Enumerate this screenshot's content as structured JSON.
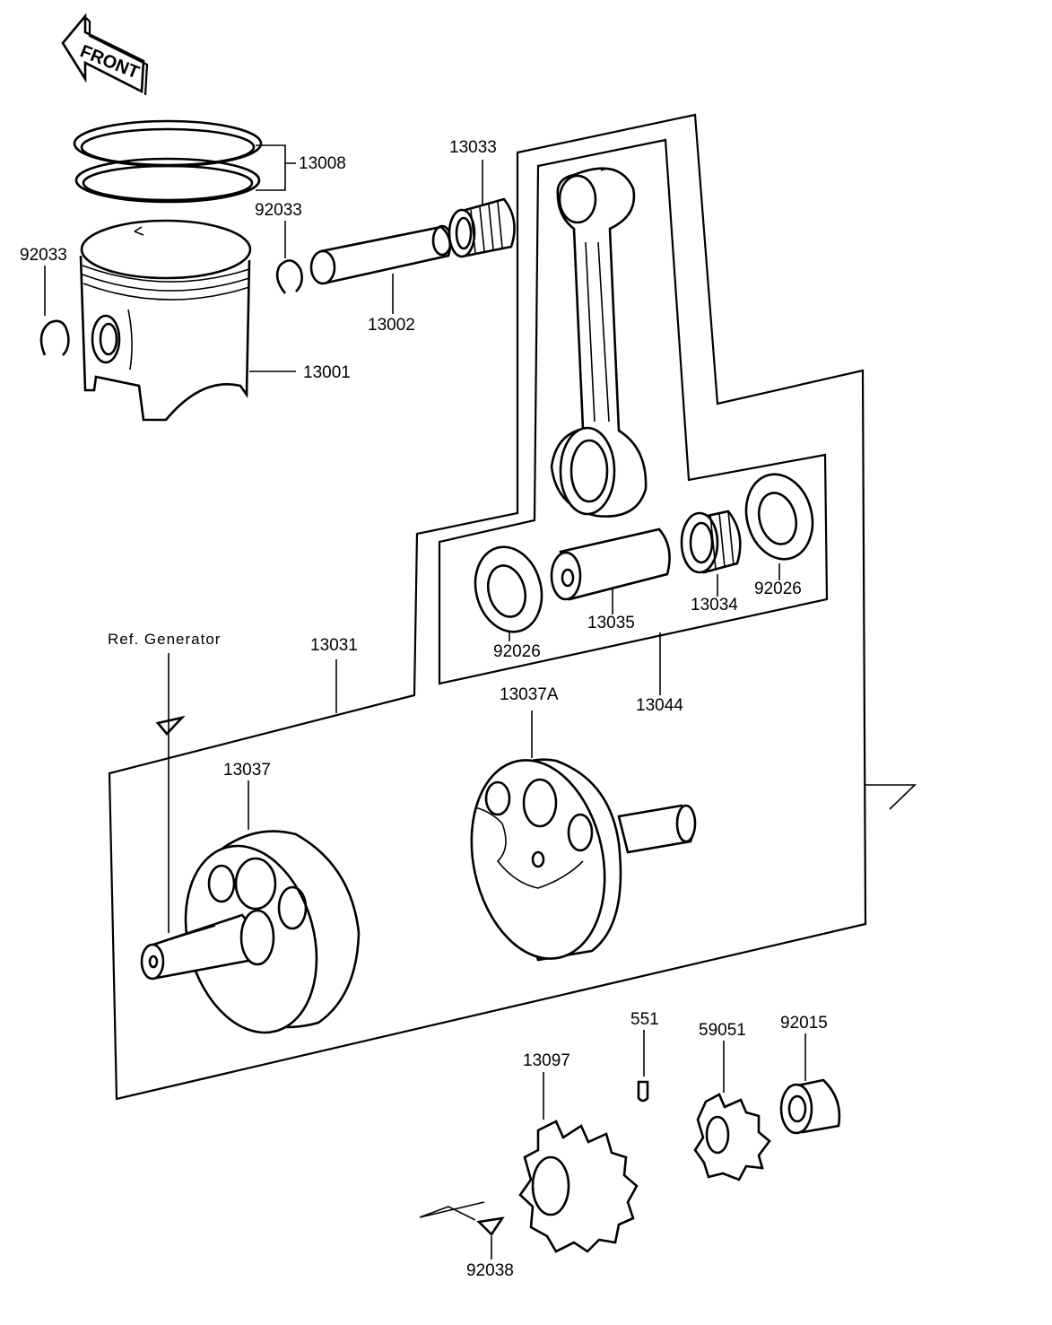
{
  "orientation": {
    "label": "FRONT"
  },
  "labels": {
    "p13008": "13008",
    "p13033": "13033",
    "p92033_right": "92033",
    "p92033_left": "92033",
    "p13002": "13002",
    "p13001": "13001",
    "p13031": "13031",
    "ref_generator": "Ref. Generator",
    "p92026_left": "92026",
    "p13035": "13035",
    "p13034": "13034",
    "p92026_right": "92026",
    "p13044": "13044",
    "p13037A": "13037A",
    "p13037": "13037",
    "p551": "551",
    "p59051": "59051",
    "p92015": "92015",
    "p13097": "13097",
    "p92038": "92038"
  }
}
